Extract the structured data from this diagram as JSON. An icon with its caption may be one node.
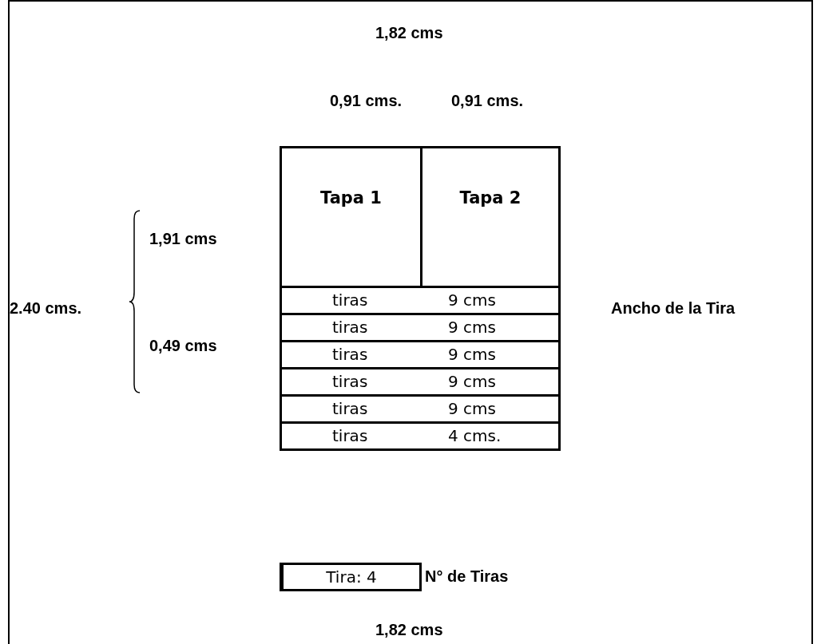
{
  "diagram": {
    "nodes": [
      {
        "text": [
          "Tapa 1"
        ]
      },
      {
        "text": [
          "Tapa 2"
        ]
      },
      {
        "text": [
          "tiras",
          "9 cms"
        ]
      },
      {
        "text": [
          "tiras",
          "9 cms"
        ]
      },
      {
        "text": [
          "tiras",
          "9 cms"
        ]
      },
      {
        "text": [
          "tiras",
          "9 cms"
        ]
      },
      {
        "text": [
          "tiras",
          "9 cms"
        ]
      },
      {
        "text": [
          "tiras",
          "4 cms."
        ]
      },
      {
        "text": [
          "Tira: 4"
        ],
        "beside": [
          "N° de Tiras"
        ]
      }
    ],
    "labels": [
      "1,82 cms",
      "0,91 cms.",
      "0,91 cms.",
      "1,91 cms",
      "2.40 cms.",
      "0,49 cms",
      "Ancho de la Tira",
      "1,82 cms"
    ]
  }
}
